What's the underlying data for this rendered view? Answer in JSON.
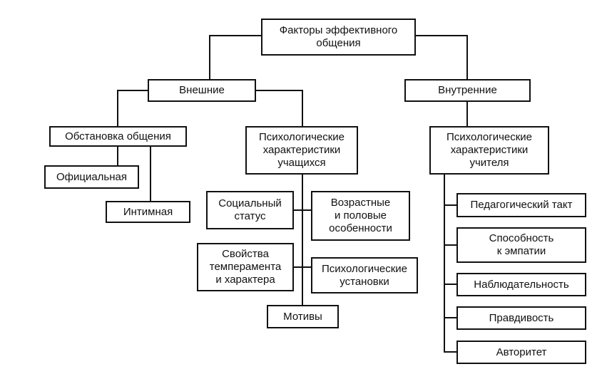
{
  "diagram": {
    "root": "Факторы эффективного\nобщения",
    "external": {
      "label": "Внешние",
      "setting": {
        "label": "Обстановка общения",
        "official": "Официальная",
        "intimate": "Интимная"
      },
      "students": {
        "label": "Психологические\nхарактеристики\nучащихся",
        "social_status": "Социальный\nстатус",
        "age_gender": "Возрастные\nи половые\nособенности",
        "temperament": "Свойства\nтемперамента\nи характера",
        "attitudes": "Психологические\nустановки",
        "motives": "Мотивы"
      }
    },
    "internal": {
      "label": "Внутренние",
      "teacher": {
        "label": "Психологические\nхарактеристики\nучителя",
        "tact": "Педагогический такт",
        "empathy": "Способность\nк эмпатии",
        "observation": "Наблюдательность",
        "truthfulness": "Правдивость",
        "authority": "Авторитет"
      }
    }
  }
}
